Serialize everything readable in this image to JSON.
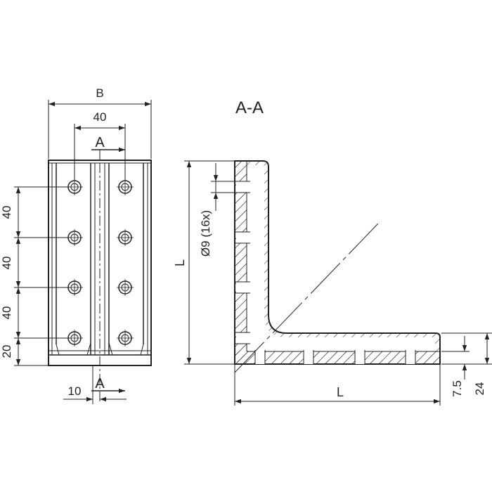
{
  "colors": {
    "line": "#222222",
    "background": "#ffffff"
  },
  "front_view": {
    "dim_overall_width": "B",
    "dim_hole_spacing_horizontal": "40",
    "section_marker_top": "A",
    "section_marker_bottom": "A",
    "dim_vertical": [
      "40",
      "40",
      "40",
      "20"
    ],
    "dim_bottom_offset": "10"
  },
  "section_view": {
    "title": "A-A",
    "dim_height": "L",
    "dim_hole": "Ø9  (16x)",
    "dim_length": "L",
    "dim_thickness": "7.5",
    "dim_flange_height": "24"
  }
}
